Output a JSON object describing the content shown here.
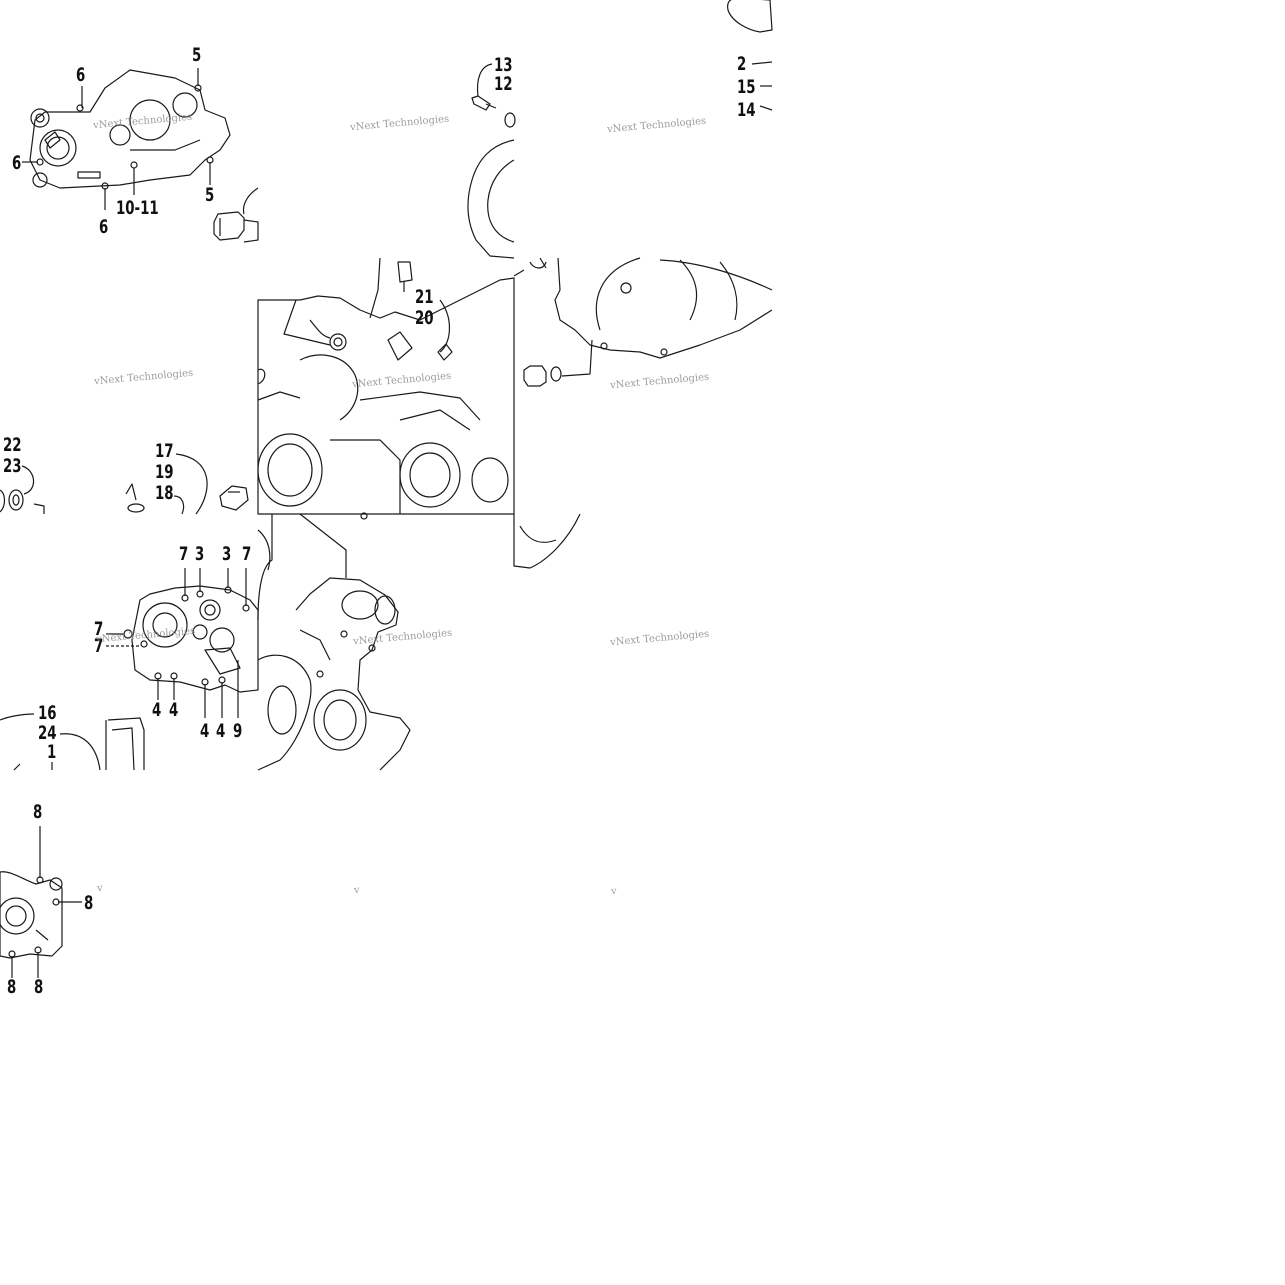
{
  "watermark": "vNext Technologies",
  "watermark_partial": "v",
  "callouts": {
    "c1": "5",
    "c2": "6",
    "c3": "6",
    "c4": "6",
    "c5": "5",
    "c6": "10-11",
    "c7": "13",
    "c8": "12",
    "c9": "2",
    "c10": "15",
    "c11": "14",
    "c12": "21",
    "c13": "20",
    "c14": "22",
    "c15": "23",
    "c16": "17",
    "c17": "19",
    "c18": "18",
    "c19": "7",
    "c20": "3",
    "c21": "3",
    "c22": "7",
    "c23": "7",
    "c24": "7",
    "c25": "4",
    "c26": "4",
    "c27": "4",
    "c28": "4",
    "c29": "9",
    "c30": "16",
    "c31": "24",
    "c32": "1",
    "c33": "8",
    "c34": "8",
    "c35": "8",
    "c36": "8"
  },
  "colors": {
    "line": "#1a1a1a",
    "background": "#ffffff",
    "watermark": "#8c8c8c"
  }
}
